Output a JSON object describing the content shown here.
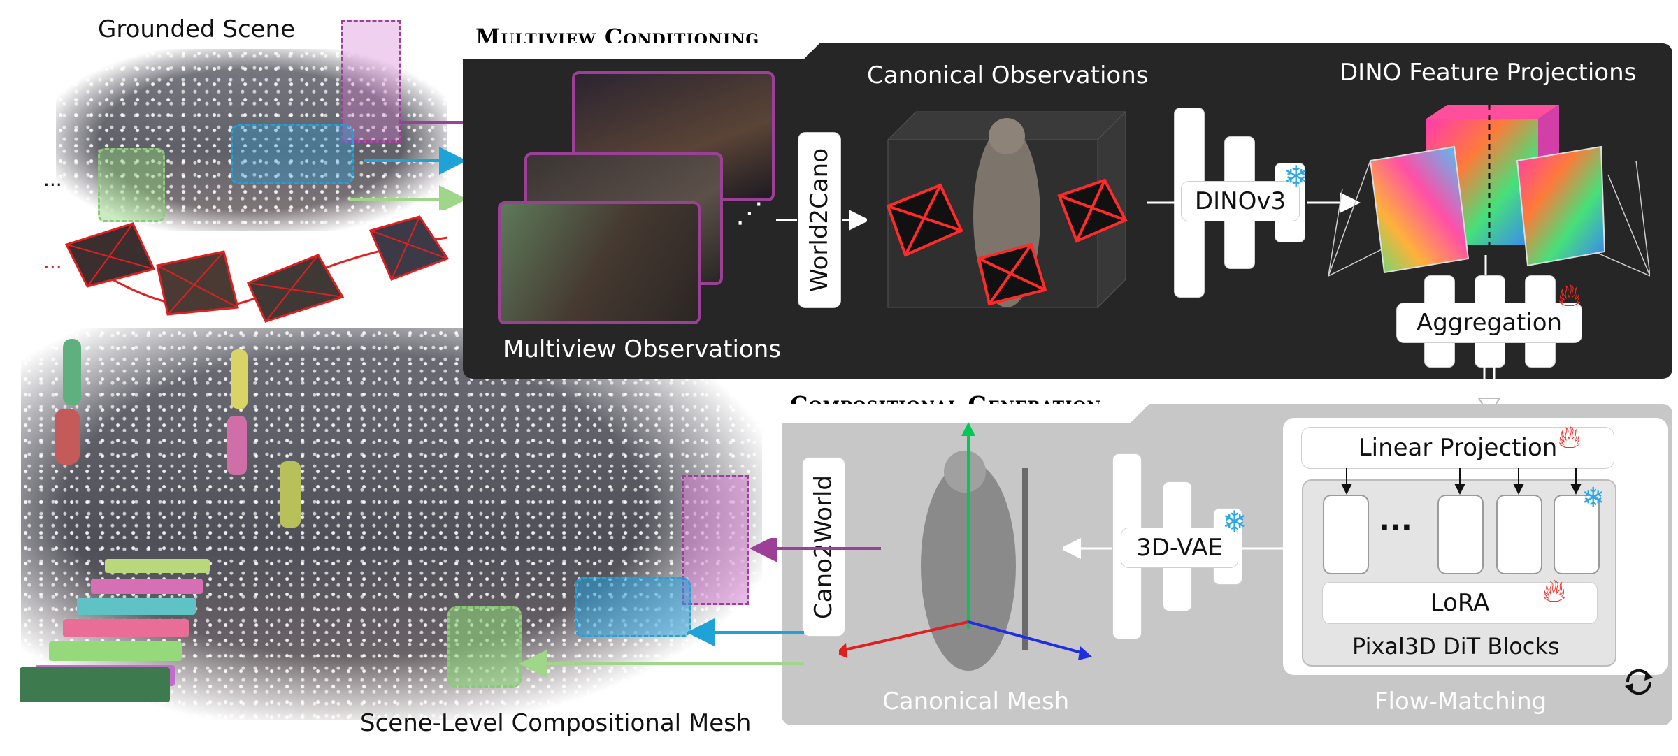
{
  "sections": {
    "multiview_title": "Multiview Conditioning",
    "compositional_title": "Compositional Generation"
  },
  "left": {
    "grounded_scene": "Grounded Scene",
    "ellipsis_top": "...",
    "ellipsis_red": "...",
    "scene_mesh_caption": "Scene-Level Compositional Mesh"
  },
  "multiview": {
    "observations_label": "Multiview Observations",
    "world2cano": "World2Cano",
    "canonical_label": "Canonical Observations",
    "dino_label": "DINOv3",
    "feature_label": "DINO Feature Projections",
    "aggregation": "Aggregation",
    "dots": "⋰"
  },
  "generation": {
    "cano2world": "Cano2World",
    "canonical_mesh": "Canonical Mesh",
    "vae_label": "3D-VAE",
    "linear_projection": "Linear Projection",
    "block_dots": "···",
    "lora": "LoRA",
    "dit_blocks": "Pixal3D DiT Blocks",
    "flow_matching": "Flow-Matching"
  },
  "colors": {
    "purple": "#9b3f97",
    "blue": "#1fa2d8",
    "green": "#9fd68a",
    "red": "#e02020",
    "dark_panel": "#262626",
    "light_panel": "#c7c7c7"
  },
  "icons": {
    "frozen": "snowflake-icon",
    "trainable": "flame-icon",
    "loop": "cycle-icon"
  }
}
